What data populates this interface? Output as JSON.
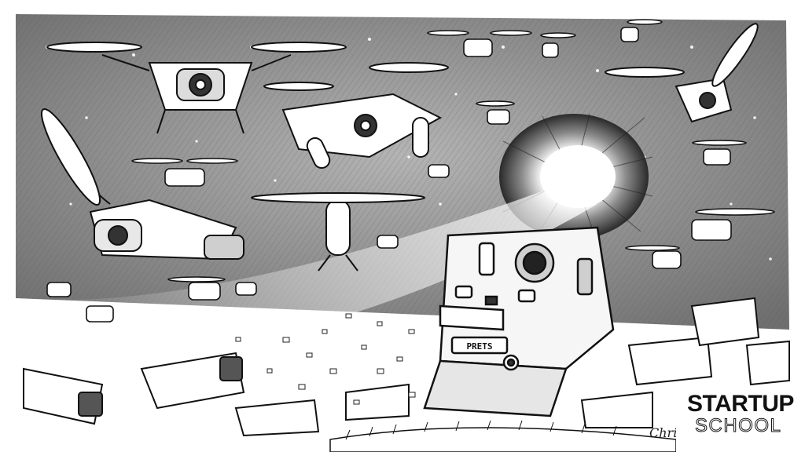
{
  "image": {
    "description_icon": "drone-swarm-illustration-icon",
    "colors": {
      "ink": "#111111",
      "paper": "#ffffff",
      "sky": "#8e8e8e"
    }
  },
  "device": {
    "label": "PRETS"
  },
  "signature": {
    "text": "Chris"
  },
  "brand": {
    "line1": "STARTUP",
    "line2": "SCHOOL"
  }
}
